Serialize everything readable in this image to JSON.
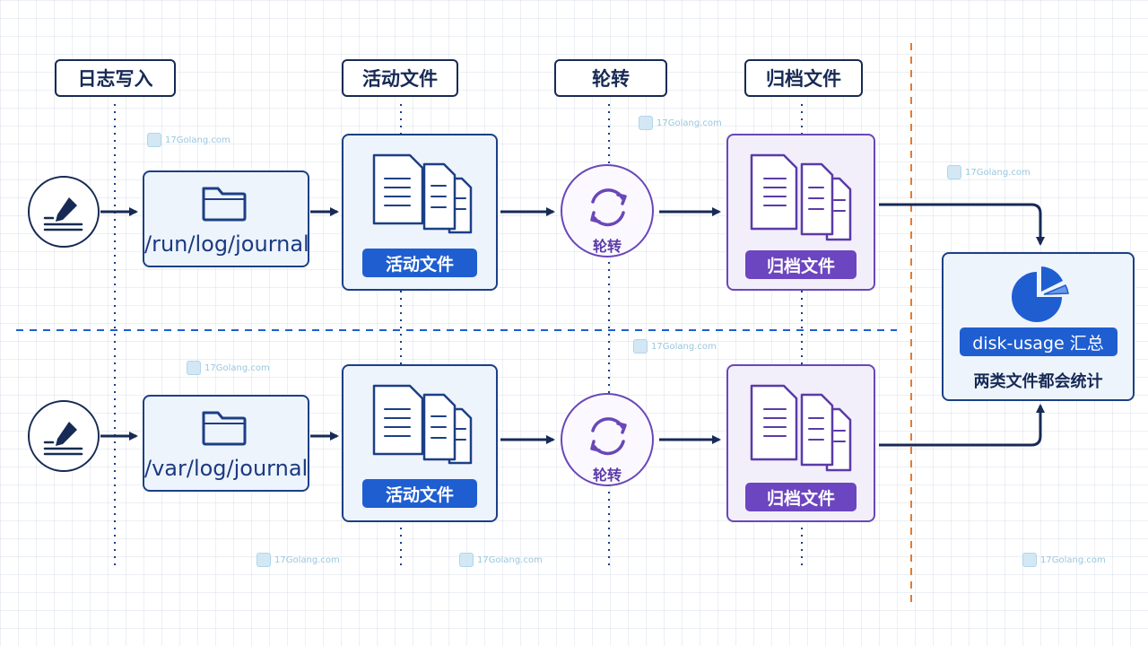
{
  "headers": {
    "write": "日志写入",
    "active": "活动文件",
    "rotate": "轮转",
    "archive": "归档文件"
  },
  "rows": [
    {
      "path": "/run/log/journal",
      "active_label": "活动文件",
      "rotate_label": "轮转",
      "archive_label": "归档文件"
    },
    {
      "path": "/var/log/journal",
      "active_label": "活动文件",
      "rotate_label": "轮转",
      "archive_label": "归档文件"
    }
  ],
  "summary": {
    "title": "disk-usage 汇总",
    "subtitle": "两类文件都会统计"
  },
  "watermark": "17Golang.com",
  "colors": {
    "navy": "#172a55",
    "blue": "#1f5ed1",
    "purple": "#6c45c0",
    "orange": "#e57b2c"
  }
}
